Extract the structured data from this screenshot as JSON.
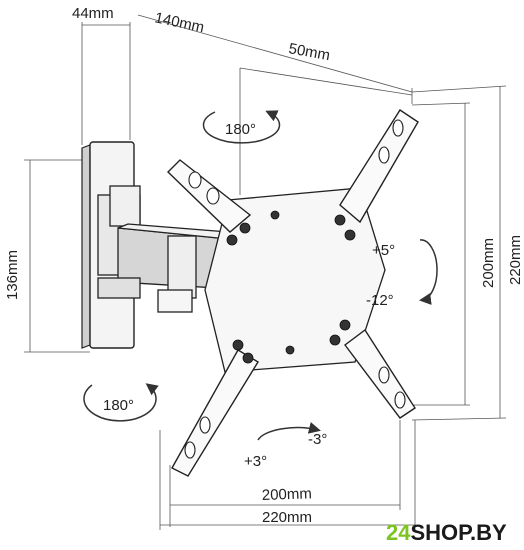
{
  "dimensions": {
    "depth_top": "44mm",
    "arm_length": "140mm",
    "plate_offset": "50mm",
    "wall_height": "136mm",
    "vesa_h_inner": "200mm",
    "vesa_h_outer": "220mm",
    "vesa_w_inner": "200mm",
    "vesa_w_outer": "220mm"
  },
  "rotations": {
    "top_swivel": "180°",
    "left_swivel": "180°",
    "tilt_up": "+5°",
    "tilt_down": "-12°",
    "rotate_plus": "+3°",
    "rotate_minus": "-3°"
  },
  "brand": {
    "name_green": "24",
    "name_black": "SHOP.BY",
    "green": "#7cc41f",
    "dark": "#1a1a1a"
  }
}
